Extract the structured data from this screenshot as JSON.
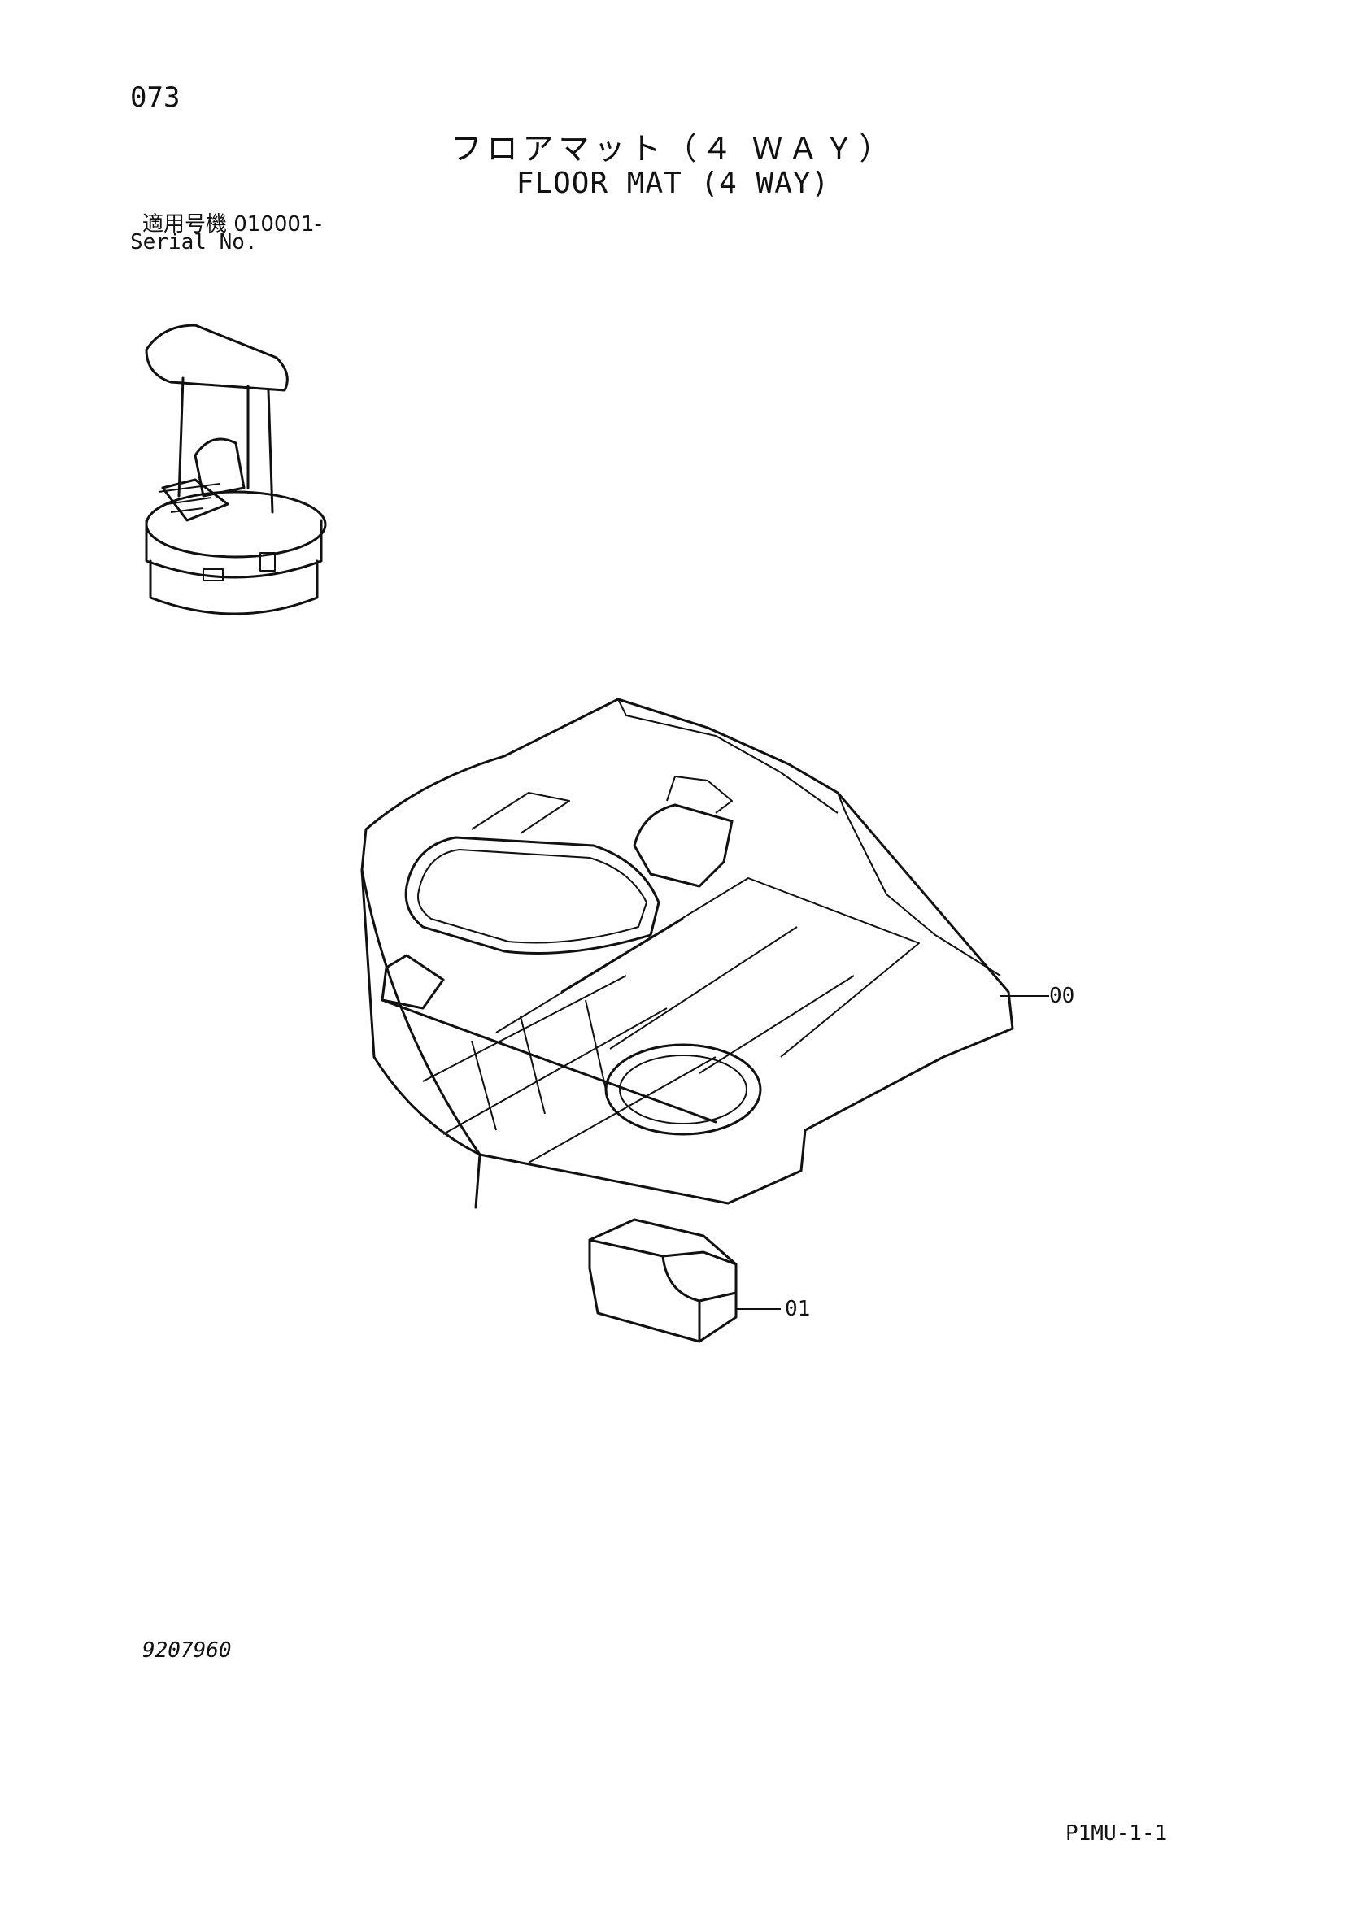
{
  "header": {
    "page_number": "073",
    "title_jp": "フロアマット（４ ＷＡＹ）",
    "title_en": "FLOOR MAT (4 WAY)",
    "serial_jp": "適用号機  010001-",
    "serial_en": "Serial No."
  },
  "callouts": [
    {
      "label": "00"
    },
    {
      "label": "01"
    }
  ],
  "footer": {
    "doc_number": "9207960",
    "page_code": "P1MU-1-1"
  }
}
